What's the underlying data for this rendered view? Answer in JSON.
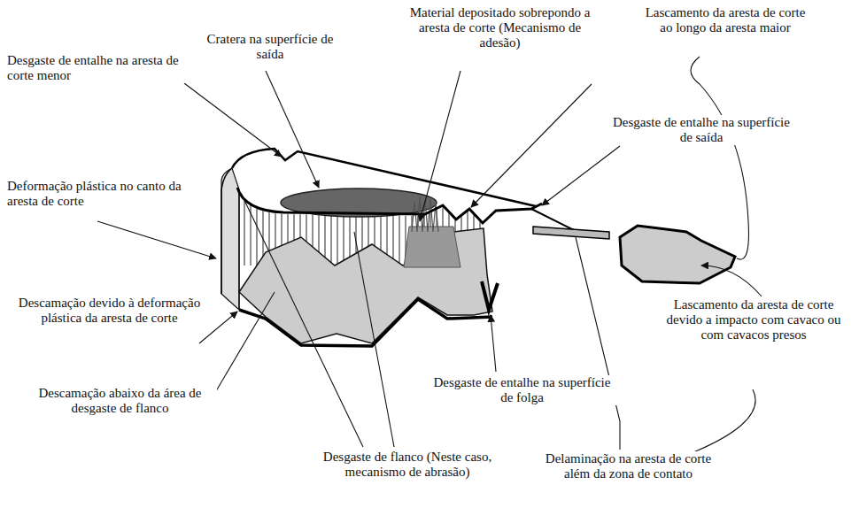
{
  "diagram": {
    "labels": [
      "Material depositado sobrepondo a aresta de corte (Mecanismo de adesão)",
      "Cratera na superfície de saída",
      "Lascamento da aresta de corte ao longo da aresta maior",
      "Desgaste de entalhe na aresta de corte menor",
      "Desgaste de entalhe na superfície de saída",
      "Deformação plástica no canto da aresta de corte",
      "Descamação devido à deformação plástica da aresta de corte",
      "Lascamento da aresta de corte devido a impacto com cavaco ou com cavacos presos",
      "Desgaste de entalhe na superfície de folga",
      "Descamação abaixo da área de desgaste de flanco",
      "Desgaste de flanco (Neste caso, mecanismo de abrasão)",
      "Delaminação na aresta de corte além da zona de contato"
    ]
  }
}
